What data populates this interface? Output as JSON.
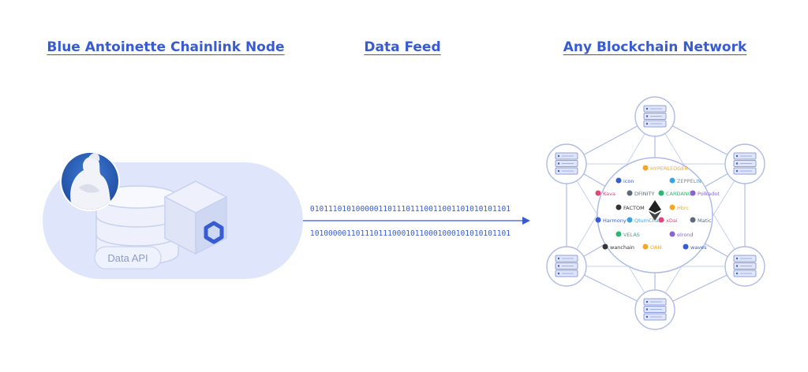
{
  "headings": {
    "node": "Blue Antoinette Chainlink Node",
    "feed": "Data Feed",
    "network": "Any Blockchain Network"
  },
  "data_api_label": "Data API",
  "binary": {
    "line1": "01011101010000011011101110011001101010101101",
    "line2": "10100000110111011100010110001000101010101101"
  },
  "logos": [
    "HYPERLEDGER",
    "icon",
    "ZEPPELIN",
    "Kava",
    "DFINITY",
    "CARDANO",
    "Polkadot",
    "FACTOM",
    "Hbrc",
    "Harmony",
    "QtumChain",
    "xDai",
    "Matic",
    "VELAS",
    "elrond",
    "wanchain",
    "OAN",
    "waves",
    "ETHEREUM"
  ],
  "colors": {
    "accent": "#375bd2",
    "pill": "#dfe6fb",
    "line": "#aebbe8",
    "cube_top": "#eef1fb",
    "cube_left": "#dfe5f7",
    "cube_right": "#cfd8f2"
  }
}
